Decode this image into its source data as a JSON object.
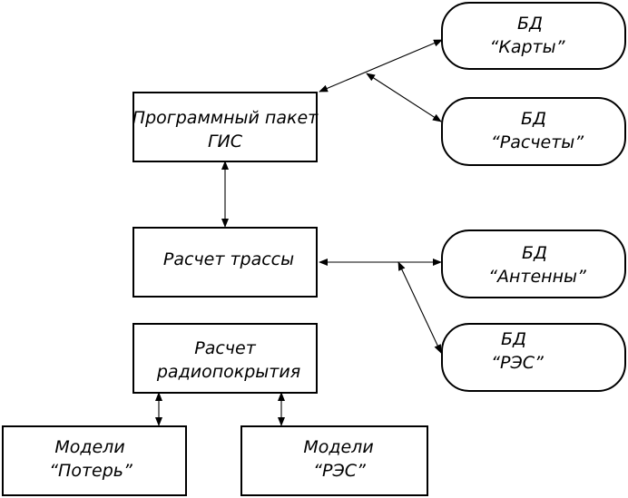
{
  "blocks": {
    "gis": {
      "line1": "Программный пакет",
      "line2": "ГИС"
    },
    "route": {
      "line1": "Расчет трассы"
    },
    "coverage": {
      "line1": "Расчет",
      "line2": "радиопокрытия"
    },
    "loss_models": {
      "line1": "Модели",
      "line2": "“Потерь”"
    },
    "res_models": {
      "line1": "Модели",
      "line2": "“РЭС”"
    }
  },
  "databases": {
    "maps": {
      "line1": "БД",
      "line2": "“Карты”"
    },
    "calcs": {
      "line1": "БД",
      "line2": "“Расчеты”"
    },
    "antennas": {
      "line1": "БД",
      "line2": "“Антенны”"
    },
    "res": {
      "line1": "БД",
      "line2": "“РЭС”"
    }
  }
}
